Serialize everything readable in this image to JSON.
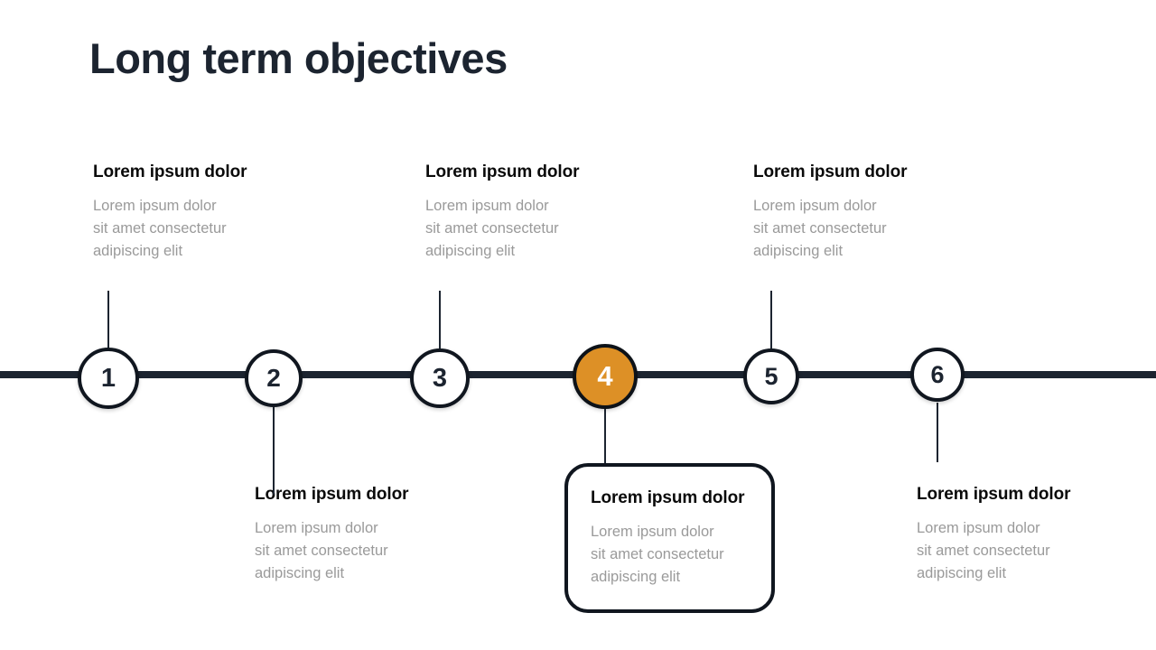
{
  "slide": {
    "title": "Long term objectives",
    "accent_color": "#dd9026",
    "line_color": "#1c2430",
    "heading_color": "#0a0a0a",
    "body_color": "#9a9a9a",
    "background": "#ffffff"
  },
  "timeline": {
    "steps": [
      {
        "number": "1",
        "position": "above",
        "highlighted": false,
        "heading": "Lorem ipsum dolor",
        "body": "Lorem ipsum dolor\nsit amet consectetur\nadipiscing elit"
      },
      {
        "number": "2",
        "position": "below",
        "highlighted": false,
        "heading": "Lorem ipsum dolor",
        "body": "Lorem ipsum dolor\nsit amet consectetur\nadipiscing elit"
      },
      {
        "number": "3",
        "position": "above",
        "highlighted": false,
        "heading": "Lorem ipsum dolor",
        "body": "Lorem ipsum dolor\nsit amet consectetur\nadipiscing elit"
      },
      {
        "number": "4",
        "position": "below",
        "highlighted": true,
        "heading": "Lorem ipsum dolor",
        "body": "Lorem ipsum dolor\nsit amet consectetur\nadipiscing elit"
      },
      {
        "number": "5",
        "position": "above",
        "highlighted": false,
        "heading": "Lorem ipsum dolor",
        "body": "Lorem ipsum dolor\nsit amet consectetur\nadipiscing elit"
      },
      {
        "number": "6",
        "position": "below",
        "highlighted": false,
        "heading": "Lorem ipsum dolor",
        "body": "Lorem ipsum dolor\nsit amet consectetur\nadipiscing elit"
      }
    ]
  }
}
